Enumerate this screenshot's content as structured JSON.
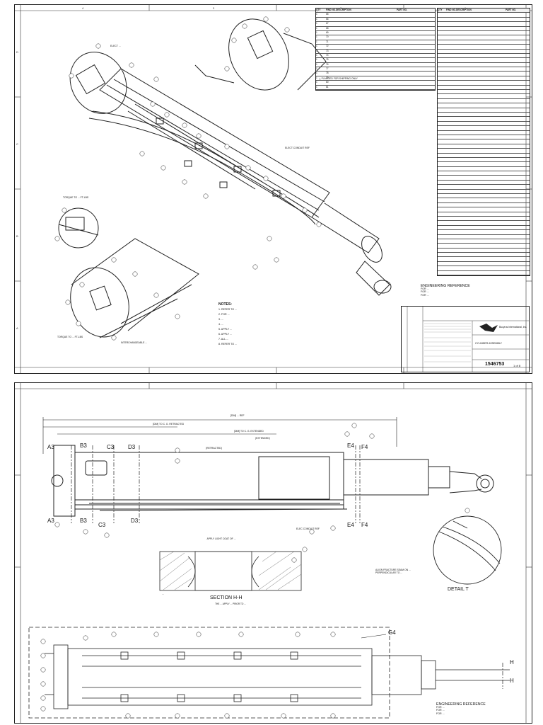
{
  "sheet1": {
    "bom_left": {
      "headers": [
        "QTY",
        "FIND NO.",
        "DESCRIPTION",
        "PART NO."
      ],
      "rows": [
        [
          "1",
          "65",
          "",
          ""
        ],
        [
          "1",
          "66",
          "",
          ""
        ],
        [
          "1",
          "67",
          "",
          ""
        ],
        [
          "1",
          "68",
          "",
          ""
        ],
        [
          "1",
          "69",
          "",
          ""
        ],
        [
          "1",
          "70",
          "",
          ""
        ],
        [
          "1",
          "71",
          "",
          ""
        ],
        [
          "1",
          "72",
          "",
          ""
        ],
        [
          "1",
          "73",
          "",
          ""
        ],
        [
          "1",
          "74",
          "",
          ""
        ],
        [
          "1",
          "75",
          "",
          ""
        ],
        [
          "1",
          "76",
          "",
          ""
        ],
        [
          "1",
          "77",
          "",
          ""
        ],
        [
          "1",
          "78",
          "",
          ""
        ],
        [
          "1",
          "79",
          "",
          ""
        ],
        [
          "1",
          "80",
          "",
          ""
        ],
        [
          "1",
          "81",
          "",
          ""
        ]
      ]
    },
    "bom_right": {
      "headers": [
        "QTY",
        "FIND NO.",
        "DESCRIPTION",
        "PART NO."
      ],
      "rows_count": 58
    },
    "flagged_note": "FLAGGED FOR SHIPPING ONLY",
    "notes": {
      "title": "NOTES:",
      "items": [
        "1. REFER TO ...",
        "2. FOR ...",
        "3. ...",
        "4. ...",
        "5. APPLY ...",
        "6. APPLY ...",
        "7. ALL ...",
        "8. REFER TO ..."
      ]
    },
    "engineering_reference": {
      "heading": "ENGINEERING REFERENCE",
      "lines": [
        "FOR ...",
        "FOR ...",
        "FOR ..."
      ]
    },
    "title_block": {
      "company": "Bucyrus International, Inc.",
      "title": "CYLINDER ASSEMBLY",
      "drawing_no": "1546753",
      "sheet": "1 of 8"
    },
    "callouts": {
      "torque_top": "TORQUE TO ... FT-LBS",
      "torque_bottom": "TORQUE TO ... FT-LBS",
      "electrical_conduit": "ELECT CONDUIT REF",
      "label_tl": "ELECT ...",
      "label_bl": "INTERCHANGEABLE ..."
    }
  },
  "sheet2": {
    "section_markers": {
      "A3": "A3",
      "B3": "B3",
      "C3": "C3",
      "D3": "D3",
      "E4": "E4",
      "F4": "F4",
      "G4": "G4",
      "H": "H"
    },
    "dimensions": {
      "top1": "[DIM] ... REF",
      "top2": "[DIM] TO C. G. RETRACTED",
      "top3": "[DIM] TO C. G. EXTENDED",
      "retracted": "(RETRACTED)",
      "extended": "(EXTENDED)"
    },
    "section_hh": {
      "title": "SECTION H-H",
      "note_top": "APPLY LIGHT COAT OF ...",
      "note_left": "...",
      "note_right": "...",
      "caption": "THE ... APPLY ... PRIOR TO ..."
    },
    "detail_t": {
      "title": "DETAIL T",
      "note": "ALIGN FRACTURE SEAM ON ... PERPENDICULAR TO ..."
    },
    "elec_conduit": "ELEC CONDUIT REF",
    "engineering_reference": {
      "heading": "ENGINEERING REFERENCE",
      "lines": [
        "FOR ...",
        "FOR ...",
        "FOR ..."
      ]
    }
  }
}
